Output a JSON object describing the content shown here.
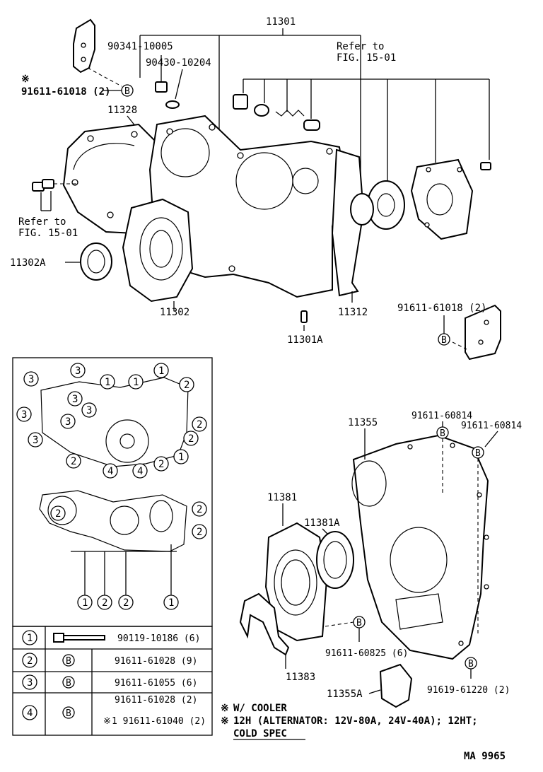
{
  "callouts": {
    "p11301": "11301",
    "p90341": "90341-10005",
    "p90430": "90430-10204",
    "refer1a": "Refer to",
    "refer1b": "FIG. 15-01",
    "mark1": "※",
    "p91611_61018_top": "91611-61018 (2)",
    "p11328": "11328",
    "refer2a": "Refer to",
    "refer2b": "FIG. 15-01",
    "p11302A": "11302A",
    "p11302": "11302",
    "p11312": "11312",
    "p11301A": "11301A",
    "p91611_61018_right": "91611-61018 (2)",
    "p11355": "11355",
    "p91611_60814_a": "91611-60814",
    "p91611_60814_b": "91611-60814",
    "p11381": "11381",
    "p11381A": "11381A",
    "p91611_60825": "91611-60825 (6)",
    "p11383": "11383",
    "p11355A": "11355A",
    "p91619_61220": "91619-61220 (2)"
  },
  "bolt_symbol": "B",
  "legend_table": {
    "rows": [
      {
        "num": "1",
        "part": "90119-10186 (6)"
      },
      {
        "num": "2",
        "symbol": "B",
        "part": "91611-61028 (9)"
      },
      {
        "num": "3",
        "symbol": "B",
        "part": "91611-61055 (6)"
      },
      {
        "num": "4",
        "symbol": "B",
        "part": "91611-61028 (2)",
        "part2_mark": "※",
        "part2": "1 91611-61040 (2)"
      }
    ]
  },
  "gasket_numbers": {
    "n1": "1",
    "n2": "2",
    "n3": "3",
    "n4": "4"
  },
  "notes": {
    "cooler_mark": "※",
    "cooler": "W/ COOLER",
    "alt_mark": "※",
    "alt": "12H (ALTERNATOR: 12V-80A, 24V-40A); 12HT;",
    "cold": "COLD SPEC"
  },
  "figure_id": "MA 9965"
}
